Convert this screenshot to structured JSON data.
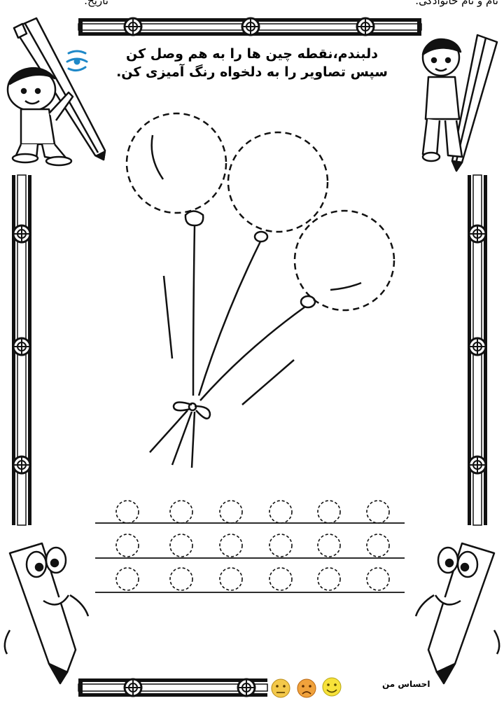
{
  "header": {
    "name_label": "نام و نام خانوادگی:",
    "date_label": "تاریخ:"
  },
  "instructions": {
    "line1": "دلبندم،نقطه چین ها را به هم وصل کن",
    "line2": "سپس تصاویر را به دلخواه رنگ آمیزی کن."
  },
  "footer": {
    "feeling_label": "احساس من",
    "emojis": [
      "neutral-face-icon",
      "sad-face-icon",
      "happy-face-icon"
    ]
  },
  "colors": {
    "ink": "#111111",
    "neutral_emoji": "#f3c84a",
    "sad_emoji": "#f0a23c",
    "happy_emoji": "#f7e23a",
    "logo": "#1e88c8"
  },
  "tracing": {
    "rows": 3,
    "circles_per_row": 6
  }
}
